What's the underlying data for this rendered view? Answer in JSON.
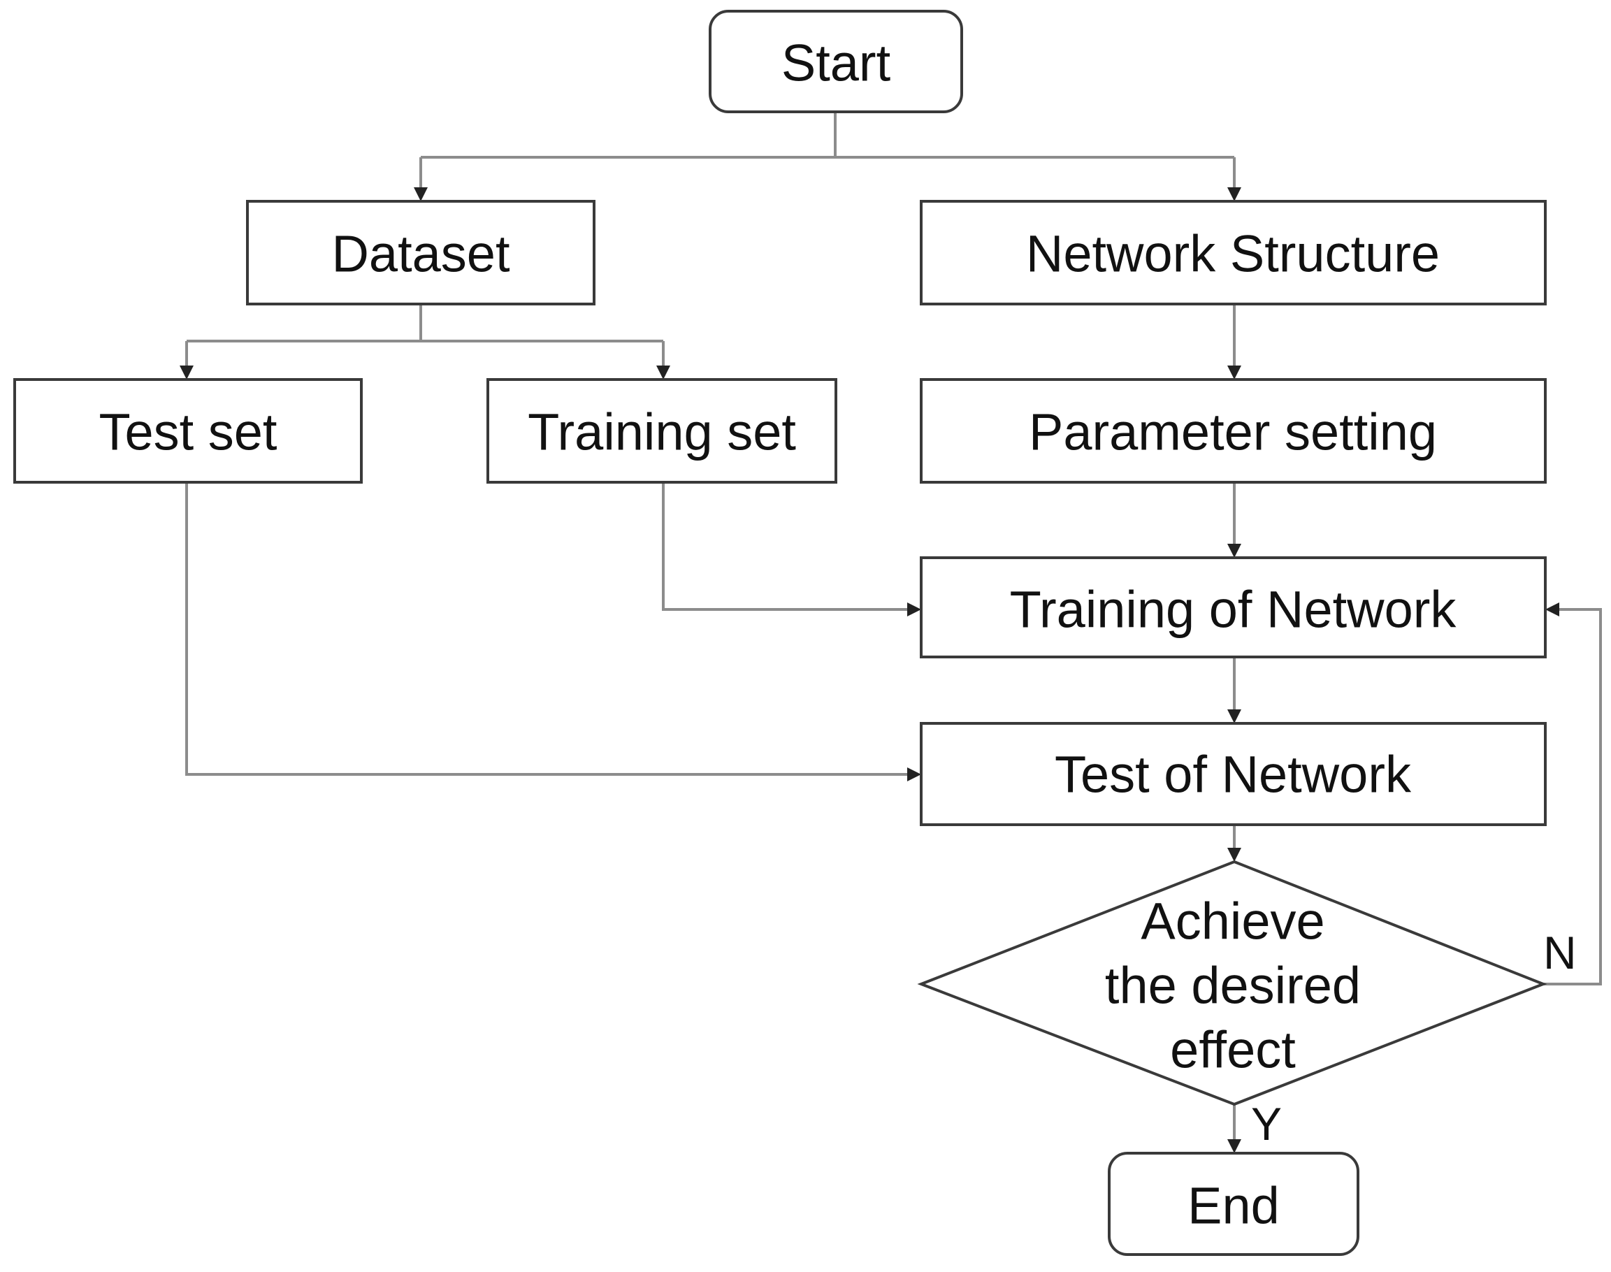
{
  "nodes": {
    "start": "Start",
    "dataset": "Dataset",
    "network_structure": "Network Structure",
    "test_set": "Test set",
    "training_set": "Training set",
    "parameter_setting": "Parameter setting",
    "training_of_network": "Training of Network",
    "test_of_network": "Test of Network",
    "decision": [
      "Achieve",
      "the desired",
      "effect"
    ],
    "end": "End"
  },
  "edge_labels": {
    "no": "N",
    "yes": "Y"
  }
}
